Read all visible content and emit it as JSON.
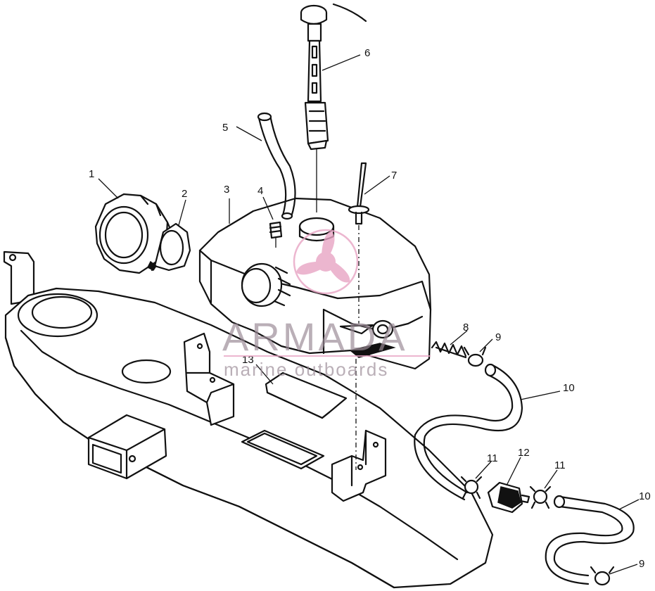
{
  "callouts": [
    "1",
    "2",
    "3",
    "4",
    "5",
    "6",
    "7",
    "8",
    "9",
    "10",
    "11",
    "12",
    "11",
    "10",
    "9",
    "13"
  ],
  "watermark": {
    "brand": "ARMADA",
    "tagline": "marine outboards",
    "logo_icon": "propeller-icon",
    "colors": {
      "logo": "#e8a4c4",
      "text": "#9a8a96"
    }
  }
}
